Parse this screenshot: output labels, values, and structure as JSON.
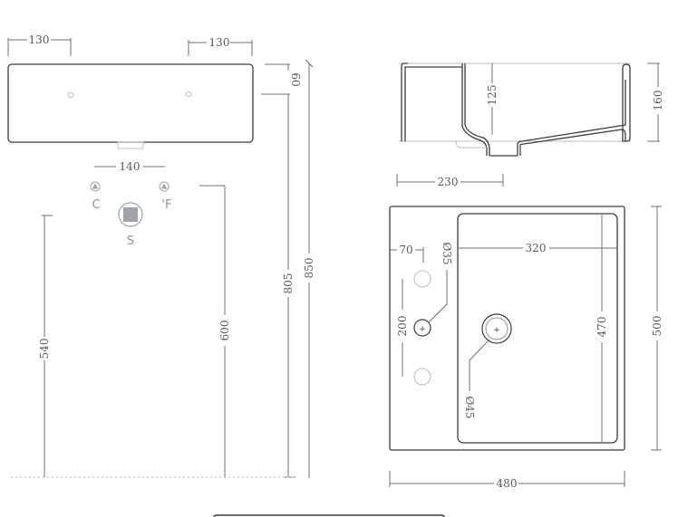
{
  "front_view": {
    "dims": {
      "tap_left_offset": "130",
      "tap_right_offset": "130",
      "top_to_tap": "60",
      "floor_to_top": "850",
      "floor_to_tap_height": "805",
      "valve_spacing": "140",
      "floor_to_valves": "600",
      "floor_to_waste": "540"
    },
    "labels": {
      "cold": "C",
      "hot": "'F",
      "shower": "S"
    }
  },
  "side_view": {
    "dims": {
      "bowl_depth": "125",
      "total_height": "160",
      "drain_offset": "230"
    }
  },
  "top_view": {
    "dims": {
      "tap_edge_offset": "70",
      "tap_hole_diameter": "Ø35",
      "bowl_width": "320",
      "tap_hole_spacing": "200",
      "bowl_depth": "470",
      "drain_diameter": "Ø45",
      "overall_depth": "500",
      "overall_width": "480"
    }
  },
  "colors": {
    "outline": "#3a3d40",
    "dimension": "#6b7078",
    "label": "#8d929a",
    "valve_fill": "#9ea3ab"
  }
}
